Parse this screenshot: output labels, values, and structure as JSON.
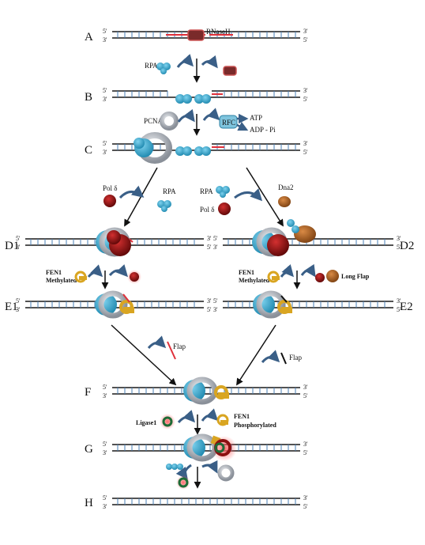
{
  "steps": {
    "A": "A",
    "B": "B",
    "C": "C",
    "D1": "D1",
    "D2": "D2",
    "E1": "E1",
    "E2": "E2",
    "F": "F",
    "G": "G",
    "H": "H"
  },
  "ends": {
    "five": "5'",
    "three": "3'"
  },
  "labels": {
    "rnaseh": "RNaseH",
    "rpa": "RPA",
    "pcna": "PCNA",
    "rfc": "RFC",
    "atp": "ATP",
    "adp": "ADP - Pi",
    "pol_delta": "Pol δ",
    "dna2": "Dna2",
    "fen1_methylated_1": "FEN1",
    "fen1_methylated_2": "Methylated",
    "long_flap": "Long Flap",
    "flap": "Flap",
    "ligase1": "Ligase1",
    "fen1_phos_1": "FEN1",
    "fen1_phos_2": "Phosphorylated"
  },
  "colors": {
    "dna_strand": "#1a1a1a",
    "dna_rung": "#4a7fb5",
    "rna_primer": "#e0303a",
    "rpa": "#2a9cc4",
    "pcna": "#b7bcc4",
    "pol_delta": "#8b1010",
    "fen1": "#d9a521",
    "dna2": "#a0581b",
    "rnaseh": "#7a2a2a",
    "arrow": "#3a5f87"
  }
}
